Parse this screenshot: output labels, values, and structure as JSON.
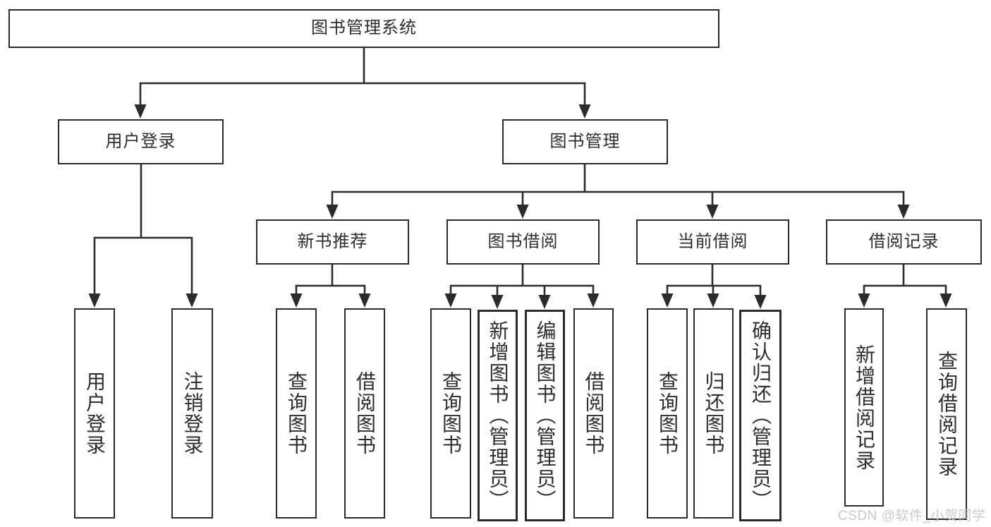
{
  "colors": {
    "line": "#2b2b2b",
    "box_border": "#2b2b2b",
    "text": "#2b2d30",
    "watermark": "#c9c9c9",
    "background": "#ffffff"
  },
  "watermark": {
    "text": "CSDN @软件_小贺同学"
  },
  "tree": {
    "label": "图书管理系统",
    "children": [
      {
        "label": "用户登录",
        "children": [
          {
            "label": "用户登录"
          },
          {
            "label": "注销登录"
          }
        ]
      },
      {
        "label": "图书管理",
        "children": [
          {
            "label": "新书推荐",
            "children": [
              {
                "label": "查询图书"
              },
              {
                "label": "借阅图书"
              }
            ]
          },
          {
            "label": "图书借阅",
            "children": [
              {
                "label": "查询图书"
              },
              {
                "label": "新增图书（管理员）"
              },
              {
                "label": "编辑图书（管理员）"
              },
              {
                "label": "借阅图书"
              }
            ]
          },
          {
            "label": "当前借阅",
            "children": [
              {
                "label": "查询图书"
              },
              {
                "label": "归还图书"
              },
              {
                "label": "确认归还（管理员）"
              }
            ]
          },
          {
            "label": "借阅记录",
            "children": [
              {
                "label": "新增借阅记录"
              },
              {
                "label": "查询借阅记录"
              }
            ]
          }
        ]
      }
    ]
  }
}
